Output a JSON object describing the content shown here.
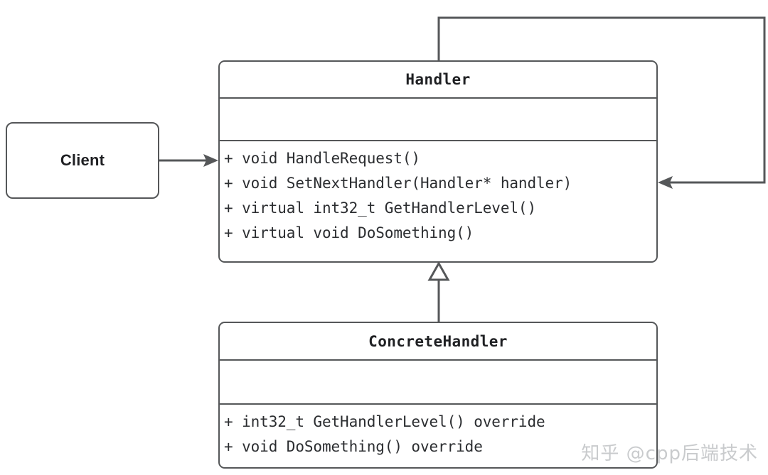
{
  "diagram": {
    "title": "Chain of Responsibility UML class diagram",
    "background_color": "#ffffff",
    "stroke_color": "#555759",
    "text_color": "#2b2d30"
  },
  "client": {
    "name": "Client"
  },
  "handler": {
    "name": "Handler",
    "attributes": [],
    "operations": [
      "+ void HandleRequest()",
      "+ void SetNextHandler(Handler* handler)",
      "+ virtual int32_t GetHandlerLevel()",
      "+ virtual void DoSomething()"
    ]
  },
  "concrete_handler": {
    "name": "ConcreteHandler",
    "attributes": [],
    "operations": [
      "+ int32_t GetHandlerLevel() override",
      "+ void DoSomething() override"
    ]
  },
  "relations": [
    {
      "id": "client-to-handler",
      "from": "Client",
      "to": "Handler",
      "type": "association",
      "arrowhead": "solid-open",
      "label": ""
    },
    {
      "id": "handler-self-loop",
      "from": "Handler",
      "to": "Handler",
      "type": "self-association",
      "arrowhead": "solid-open",
      "label": ""
    },
    {
      "id": "concrete-to-handler",
      "from": "ConcreteHandler",
      "to": "Handler",
      "type": "generalization",
      "arrowhead": "hollow-triangle",
      "label": ""
    }
  ],
  "watermark": {
    "text": "知乎 @cpp后端技术"
  }
}
